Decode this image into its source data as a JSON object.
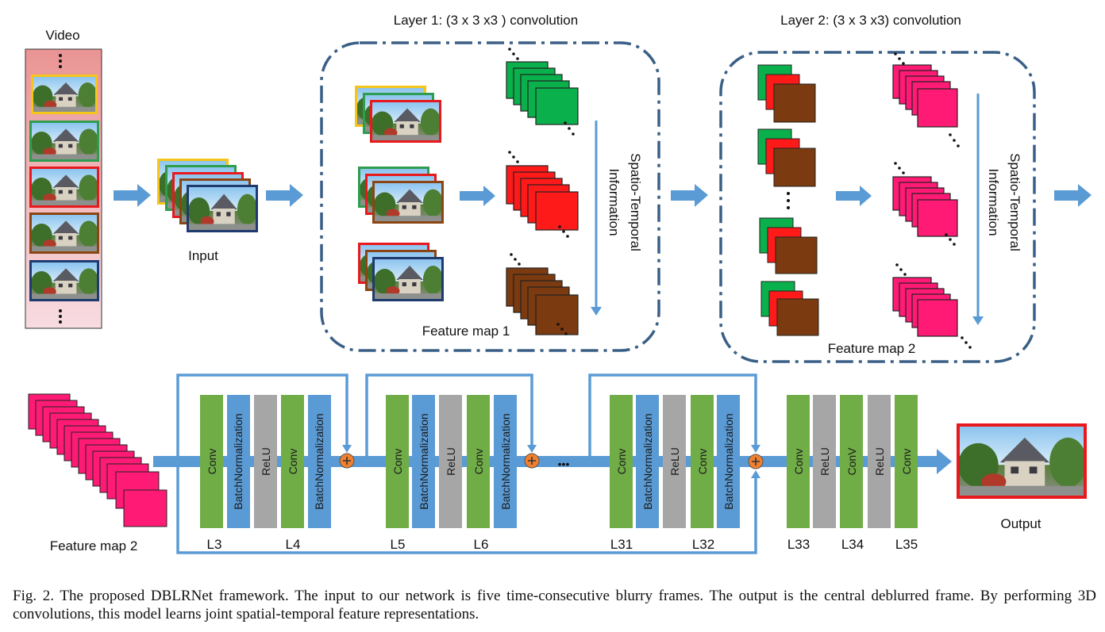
{
  "labels": {
    "video": "Video",
    "input": "Input",
    "layer1_title": "Layer 1: (3 x 3 x3 ) convolution",
    "layer2_title": "Layer 2: (3 x 3 x3) convolution",
    "spatio_temporal_line1": "Spatio-Temporal",
    "spatio_temporal_line2": "Information",
    "feature_map_1": "Feature map 1",
    "feature_map_2_box": "Feature map 2",
    "feature_map_2_stack": "Feature map 2",
    "output": "Output",
    "ellipsis": "•••"
  },
  "blocks": {
    "conv": "Conv",
    "conv_alt": "ConV",
    "batchnorm": "BatchNormalization",
    "relu": "ReLU"
  },
  "layer_labels": [
    "L3",
    "L4",
    "L5",
    "L6",
    "L31",
    "L32",
    "L33",
    "L34",
    "L35"
  ],
  "caption": "Fig. 2.  The proposed DBLRNet framework. The input to our network is five time-consecutive blurry frames. The output is the central deblurred frame. By performing 3D convolutions, this model learns joint spatial-temporal feature representations.",
  "colors": {
    "arrow_blue": "#5b9bd5",
    "dash_border": "#3a5f86",
    "conv_green": "#70ad47",
    "bn_blue": "#5b9bd5",
    "relu_gray": "#a6a6a6",
    "frame_yellow": "#f5c518",
    "frame_green": "#2e9d4e",
    "frame_red": "#e8191c",
    "frame_brown": "#8b4513",
    "frame_navy": "#1f3a6e",
    "fmap_green": "#0ab04b",
    "fmap_red": "#ff1a1a",
    "fmap_brown": "#7b3a0f",
    "fmap_pink": "#ff1a75",
    "plus_orange": "#f08030",
    "video_bg_top": "#ea9a9a",
    "video_bg_bottom": "#f6d8de"
  }
}
